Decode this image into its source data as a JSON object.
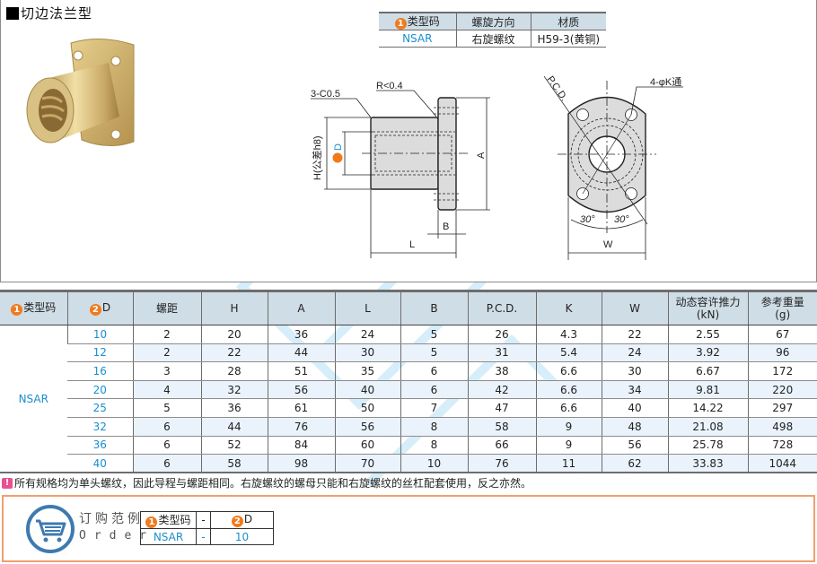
{
  "header": {
    "title": "切边法兰型"
  },
  "spec_table": {
    "headers": [
      {
        "badge": "1",
        "label": "类型码"
      },
      {
        "badge": "",
        "label": "螺旋方向"
      },
      {
        "badge": "",
        "label": "材质"
      }
    ],
    "row": {
      "type_code": "NSAR",
      "thread_direction": "右旋螺纹",
      "material": "H59-3(黄铜)"
    }
  },
  "drawing": {
    "chamfer_label": "3-C0.5",
    "radius_label": "R<0.4",
    "h_label": "H(公差h8)",
    "d_badge": "2",
    "d_label": "D",
    "a_label": "A",
    "b_label": "B",
    "l_label": "L",
    "pcd_label": "P.C.D.",
    "hole_label": "4-φK通",
    "angle_left": "30°",
    "angle_right": "30°",
    "w_label": "W"
  },
  "main_table": {
    "headers": [
      {
        "badge": "1",
        "label": "类型码",
        "sub": ""
      },
      {
        "badge": "2",
        "label": "D",
        "sub": ""
      },
      {
        "badge": "",
        "label": "螺距",
        "sub": ""
      },
      {
        "badge": "",
        "label": "H",
        "sub": ""
      },
      {
        "badge": "",
        "label": "A",
        "sub": ""
      },
      {
        "badge": "",
        "label": "L",
        "sub": ""
      },
      {
        "badge": "",
        "label": "B",
        "sub": ""
      },
      {
        "badge": "",
        "label": "P.C.D.",
        "sub": ""
      },
      {
        "badge": "",
        "label": "K",
        "sub": ""
      },
      {
        "badge": "",
        "label": "W",
        "sub": ""
      },
      {
        "badge": "",
        "label": "动态容许推力",
        "sub": "(kN)"
      },
      {
        "badge": "",
        "label": "参考重量",
        "sub": "(g)"
      }
    ],
    "type_code": "NSAR",
    "rows": [
      {
        "D": "10",
        "pitch": "2",
        "H": "20",
        "A": "36",
        "L": "24",
        "B": "5",
        "PCD": "26",
        "K": "4.3",
        "W": "22",
        "thrust": "2.55",
        "weight": "67"
      },
      {
        "D": "12",
        "pitch": "2",
        "H": "22",
        "A": "44",
        "L": "30",
        "B": "5",
        "PCD": "31",
        "K": "5.4",
        "W": "24",
        "thrust": "3.92",
        "weight": "96"
      },
      {
        "D": "16",
        "pitch": "3",
        "H": "28",
        "A": "51",
        "L": "35",
        "B": "6",
        "PCD": "38",
        "K": "6.6",
        "W": "30",
        "thrust": "6.67",
        "weight": "172"
      },
      {
        "D": "20",
        "pitch": "4",
        "H": "32",
        "A": "56",
        "L": "40",
        "B": "6",
        "PCD": "42",
        "K": "6.6",
        "W": "34",
        "thrust": "9.81",
        "weight": "220"
      },
      {
        "D": "25",
        "pitch": "5",
        "H": "36",
        "A": "61",
        "L": "50",
        "B": "7",
        "PCD": "47",
        "K": "6.6",
        "W": "40",
        "thrust": "14.22",
        "weight": "297"
      },
      {
        "D": "32",
        "pitch": "6",
        "H": "44",
        "A": "76",
        "L": "56",
        "B": "8",
        "PCD": "58",
        "K": "9",
        "W": "48",
        "thrust": "21.08",
        "weight": "498"
      },
      {
        "D": "36",
        "pitch": "6",
        "H": "52",
        "A": "84",
        "L": "60",
        "B": "8",
        "PCD": "66",
        "K": "9",
        "W": "56",
        "thrust": "25.78",
        "weight": "728"
      },
      {
        "D": "40",
        "pitch": "6",
        "H": "58",
        "A": "98",
        "L": "70",
        "B": "10",
        "PCD": "76",
        "K": "11",
        "W": "62",
        "thrust": "33.83",
        "weight": "1044"
      }
    ]
  },
  "note": {
    "icon": "!",
    "text": "所有规格均为单头螺纹，因此导程与螺距相同。右旋螺纹的螺母只能和右旋螺纹的丝杠配套使用，反之亦然。"
  },
  "order_example": {
    "title": "订购范例",
    "subtitle": "Order",
    "header": {
      "type_badge": "1",
      "type_label": "类型码",
      "sep": "-",
      "d_badge": "2",
      "d_label": "D"
    },
    "values": {
      "type_code": "NSAR",
      "sep": "-",
      "D": "10"
    }
  },
  "colors": {
    "header_bg": "#cfdde6",
    "badge_orange": "#f07a1c",
    "code_blue": "#1a8fd0",
    "row_alt": "#eaf3fb",
    "order_border": "#f0a070",
    "warn_pink": "#e8508f"
  }
}
